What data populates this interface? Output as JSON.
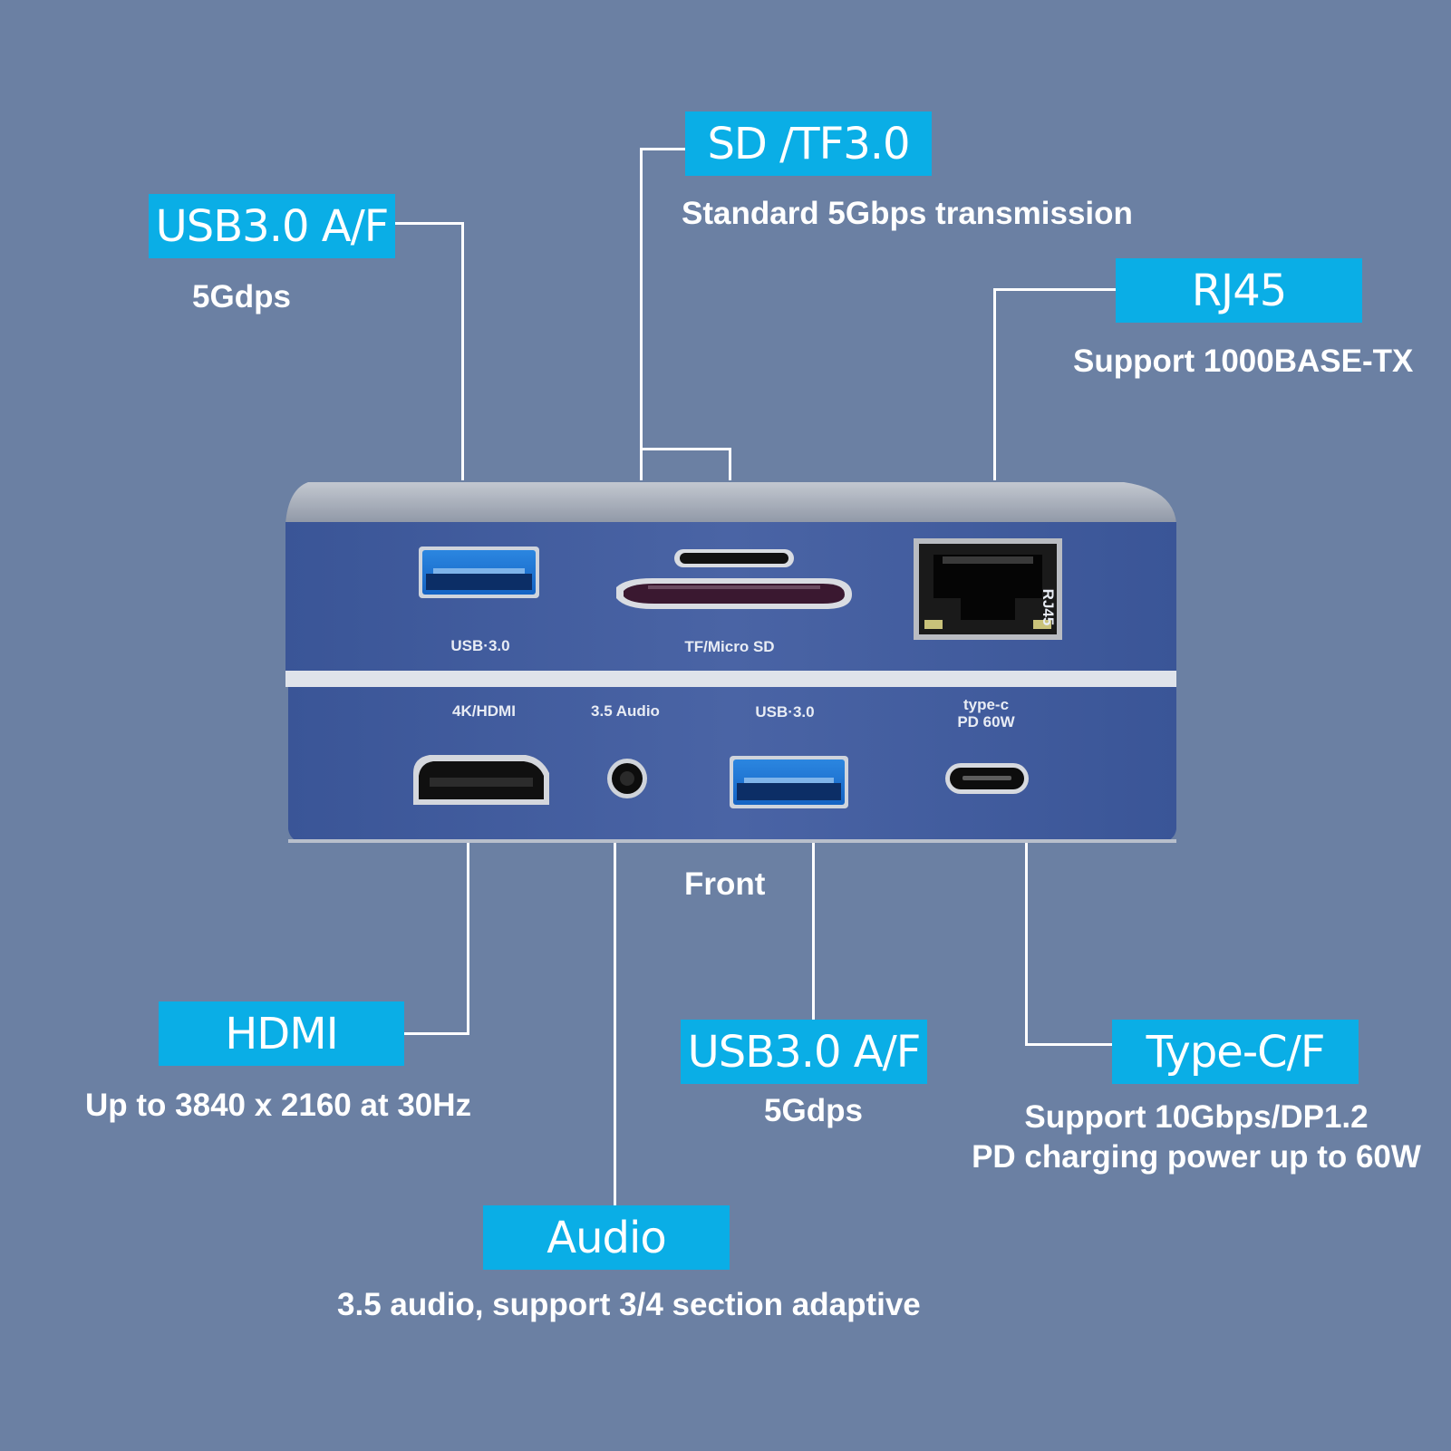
{
  "callouts": {
    "usb_top": {
      "title": "USB3.0 A/F",
      "desc": "5Gdps"
    },
    "sd": {
      "title": "SD /TF3.0",
      "desc": "Standard 5Gbps transmission"
    },
    "rj45": {
      "title": "RJ45",
      "desc": "Support 1000BASE-TX"
    },
    "hdmi": {
      "title": "HDMI",
      "desc": "Up to 3840 x 2160 at 30Hz"
    },
    "usb_bottom": {
      "title": "USB3.0 A/F",
      "desc": "5Gdps"
    },
    "typec": {
      "title": "Type-C/F",
      "desc_line1": "Support 10Gbps/DP1.2",
      "desc_line2": "PD charging power up to 60W"
    },
    "audio": {
      "title": "Audio",
      "desc": "3.5 audio, support 3/4 section adaptive"
    }
  },
  "front_caption": "Front",
  "device_labels": {
    "usb_top": "USB·3.0",
    "sd": "TF/Micro SD",
    "rj45": "RJ45",
    "hdmi": "4K/HDMI",
    "audio": "3.5 Audio",
    "usb_bottom": "USB·3.0",
    "typec_line1": "type-c",
    "typec_line2": "PD 60W"
  },
  "colors": {
    "background": "#6b80a3",
    "label_box": "#0aaee6",
    "device_body": "#3f5b9c"
  }
}
